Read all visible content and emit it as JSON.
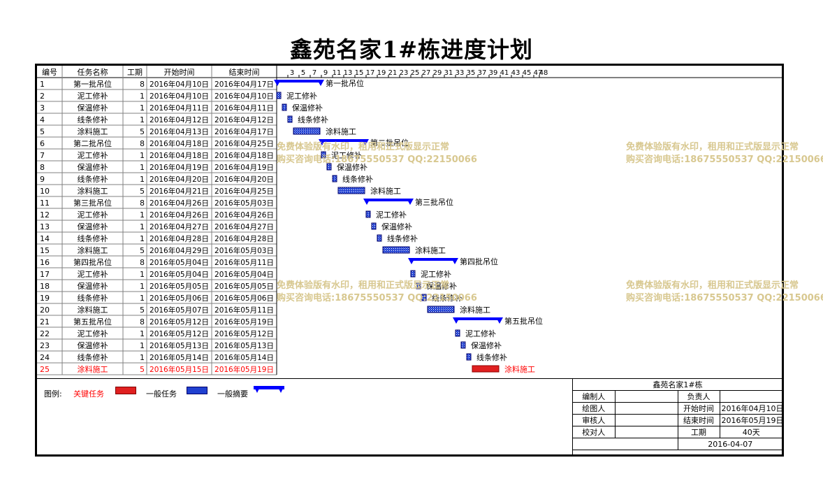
{
  "title": "鑫苑名家1#栋进度计划",
  "headers": [
    "编号",
    "任务名称",
    "工期",
    "开始时间",
    "结束时间"
  ],
  "axis_ticks": [
    "3",
    "5",
    "7",
    "9",
    "11",
    "13",
    "15",
    "17",
    "19",
    "21",
    "23",
    "25",
    "27",
    "29",
    "31",
    "33",
    "35",
    "37",
    "39",
    "41",
    "43",
    "45",
    "47",
    "48"
  ],
  "tasks": [
    {
      "id": "1",
      "name": "第一批吊位",
      "dur": "8",
      "start": "2016年04月10日",
      "end": "2016年04月17日",
      "s": 1,
      "d": 8,
      "kind": "summary"
    },
    {
      "id": "2",
      "name": "泥工修补",
      "dur": "1",
      "start": "2016年04月10日",
      "end": "2016年04月10日",
      "s": 1,
      "d": 1,
      "kind": "task"
    },
    {
      "id": "3",
      "name": "保温修补",
      "dur": "1",
      "start": "2016年04月11日",
      "end": "2016年04月11日",
      "s": 2,
      "d": 1,
      "kind": "task"
    },
    {
      "id": "4",
      "name": "线条修补",
      "dur": "1",
      "start": "2016年04月12日",
      "end": "2016年04月12日",
      "s": 3,
      "d": 1,
      "kind": "task"
    },
    {
      "id": "5",
      "name": "涂料施工",
      "dur": "5",
      "start": "2016年04月13日",
      "end": "2016年04月17日",
      "s": 4,
      "d": 5,
      "kind": "task"
    },
    {
      "id": "6",
      "name": "第二批吊位",
      "dur": "8",
      "start": "2016年04月18日",
      "end": "2016年04月25日",
      "s": 9,
      "d": 8,
      "kind": "summary"
    },
    {
      "id": "7",
      "name": "泥工修补",
      "dur": "1",
      "start": "2016年04月18日",
      "end": "2016年04月18日",
      "s": 9,
      "d": 1,
      "kind": "task"
    },
    {
      "id": "8",
      "name": "保温修补",
      "dur": "1",
      "start": "2016年04月19日",
      "end": "2016年04月19日",
      "s": 10,
      "d": 1,
      "kind": "task"
    },
    {
      "id": "9",
      "name": "线条修补",
      "dur": "1",
      "start": "2016年04月20日",
      "end": "2016年04月20日",
      "s": 11,
      "d": 1,
      "kind": "task"
    },
    {
      "id": "10",
      "name": "涂料施工",
      "dur": "5",
      "start": "2016年04月21日",
      "end": "2016年04月25日",
      "s": 12,
      "d": 5,
      "kind": "task"
    },
    {
      "id": "11",
      "name": "第三批吊位",
      "dur": "8",
      "start": "2016年04月26日",
      "end": "2016年05月03日",
      "s": 17,
      "d": 8,
      "kind": "summary"
    },
    {
      "id": "12",
      "name": "泥工修补",
      "dur": "1",
      "start": "2016年04月26日",
      "end": "2016年04月26日",
      "s": 17,
      "d": 1,
      "kind": "task"
    },
    {
      "id": "13",
      "name": "保温修补",
      "dur": "1",
      "start": "2016年04月27日",
      "end": "2016年04月27日",
      "s": 18,
      "d": 1,
      "kind": "task"
    },
    {
      "id": "14",
      "name": "线条修补",
      "dur": "1",
      "start": "2016年04月28日",
      "end": "2016年04月28日",
      "s": 19,
      "d": 1,
      "kind": "task"
    },
    {
      "id": "15",
      "name": "涂料施工",
      "dur": "5",
      "start": "2016年04月29日",
      "end": "2016年05月03日",
      "s": 20,
      "d": 5,
      "kind": "task"
    },
    {
      "id": "16",
      "name": "第四批吊位",
      "dur": "8",
      "start": "2016年05月04日",
      "end": "2016年05月11日",
      "s": 25,
      "d": 8,
      "kind": "summary"
    },
    {
      "id": "17",
      "name": "泥工修补",
      "dur": "1",
      "start": "2016年05月04日",
      "end": "2016年05月04日",
      "s": 25,
      "d": 1,
      "kind": "task"
    },
    {
      "id": "18",
      "name": "保温修补",
      "dur": "1",
      "start": "2016年05月05日",
      "end": "2016年05月05日",
      "s": 26,
      "d": 1,
      "kind": "task"
    },
    {
      "id": "19",
      "name": "线条修补",
      "dur": "1",
      "start": "2016年05月06日",
      "end": "2016年05月06日",
      "s": 27,
      "d": 1,
      "kind": "task"
    },
    {
      "id": "20",
      "name": "涂料施工",
      "dur": "5",
      "start": "2016年05月07日",
      "end": "2016年05月11日",
      "s": 28,
      "d": 5,
      "kind": "task"
    },
    {
      "id": "21",
      "name": "第五批吊位",
      "dur": "8",
      "start": "2016年05月12日",
      "end": "2016年05月19日",
      "s": 33,
      "d": 8,
      "kind": "summary"
    },
    {
      "id": "22",
      "name": "泥工修补",
      "dur": "1",
      "start": "2016年05月12日",
      "end": "2016年05月12日",
      "s": 33,
      "d": 1,
      "kind": "task"
    },
    {
      "id": "23",
      "name": "保温修补",
      "dur": "1",
      "start": "2016年05月13日",
      "end": "2016年05月13日",
      "s": 34,
      "d": 1,
      "kind": "task"
    },
    {
      "id": "24",
      "name": "线条修补",
      "dur": "1",
      "start": "2016年05月14日",
      "end": "2016年05月14日",
      "s": 35,
      "d": 1,
      "kind": "task"
    },
    {
      "id": "25",
      "name": "涂料施工",
      "dur": "5",
      "start": "2016年05月15日",
      "end": "2016年05月19日",
      "s": 36,
      "d": 5,
      "kind": "critical"
    }
  ],
  "legend": {
    "label": "图例:",
    "critical": "关键任务",
    "normal": "一般任务",
    "summary": "一般摘要"
  },
  "titleblock": {
    "project": "鑫苑名家1#栋",
    "compiler_label": "编制人",
    "owner_label": "负责人",
    "drafter_label": "绘图人",
    "start_label": "开始时间",
    "start_value": "2016年04月10日",
    "reviewer_label": "审核人",
    "end_label": "结束时间",
    "end_value": "2016年05月19日",
    "checker_label": "校对人",
    "duration_label": "工期",
    "duration_value": "40天",
    "date": "2016-04-07"
  },
  "watermark": {
    "line1": "免费体验版有水印，租用和正式版显示正常",
    "line2": "购买咨询电话:18675550537 QQ:22150066"
  },
  "colors": {
    "summary": "#0000ff",
    "task": "#2040d0",
    "critical": "#e02020",
    "critical_text": "#ff0000",
    "watermark": "#d8c890"
  }
}
